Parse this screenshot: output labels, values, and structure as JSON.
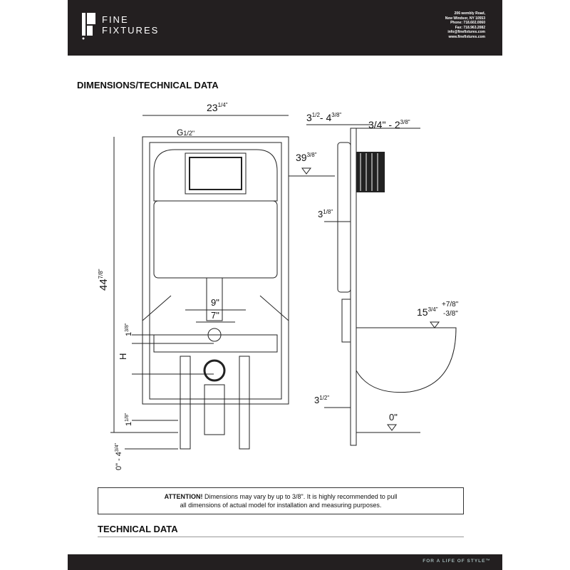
{
  "header": {
    "brand_line1": "FINE",
    "brand_line2": "FIXTURES",
    "address": [
      "206 wembly Road,",
      "New Windsor, NY 10553",
      "Phone: 718.602.0060",
      "Fax: 718.963.2082",
      "info@finefixtures.com",
      "www.finefixtures.com"
    ]
  },
  "section_title": "DIMENSIONS/TECHNICAL DATA",
  "dimensions": {
    "width": "23",
    "width_frac": "1/4\"",
    "g": "G",
    "g_frac": "1/2\"",
    "top": "44",
    "top_frac": "7/8\"",
    "flush": "39",
    "flush_frac": "3/8\"",
    "depth_a": "3",
    "depth_a_frac": "1/2",
    "depth_a2": "- 4",
    "depth_a2_frac": "3/8\"",
    "depth_b": "3/4\" - 2",
    "depth_b_frac": "3/8\"",
    "wall": "3",
    "wall_frac": "1/8\"",
    "nine": "9\"",
    "seven": "7\"",
    "one38": "1",
    "one38_frac": "3/8\"",
    "h": "H",
    "one18": "1",
    "one18_frac": "1/8\"",
    "zero_range": "0\" - 4",
    "zero_range_frac": "3/4\"",
    "bowl": "15",
    "bowl_frac": "3/4\"",
    "tol_plus": "+7/8\"",
    "tol_minus": "-3/8\"",
    "bottom": "3",
    "bottom_frac": "1/2\"",
    "floor": "0\""
  },
  "attention": {
    "label": "ATTENTION!",
    "line1": " Dimensions may vary by up to 3/8\". It is highly recommended to pull",
    "line2": "all dimensions of actual model for installation and measuring purposes."
  },
  "tech_title": "TECHNICAL DATA",
  "footer": {
    "tagline": "FOR A LIFE OF STYLE™"
  }
}
